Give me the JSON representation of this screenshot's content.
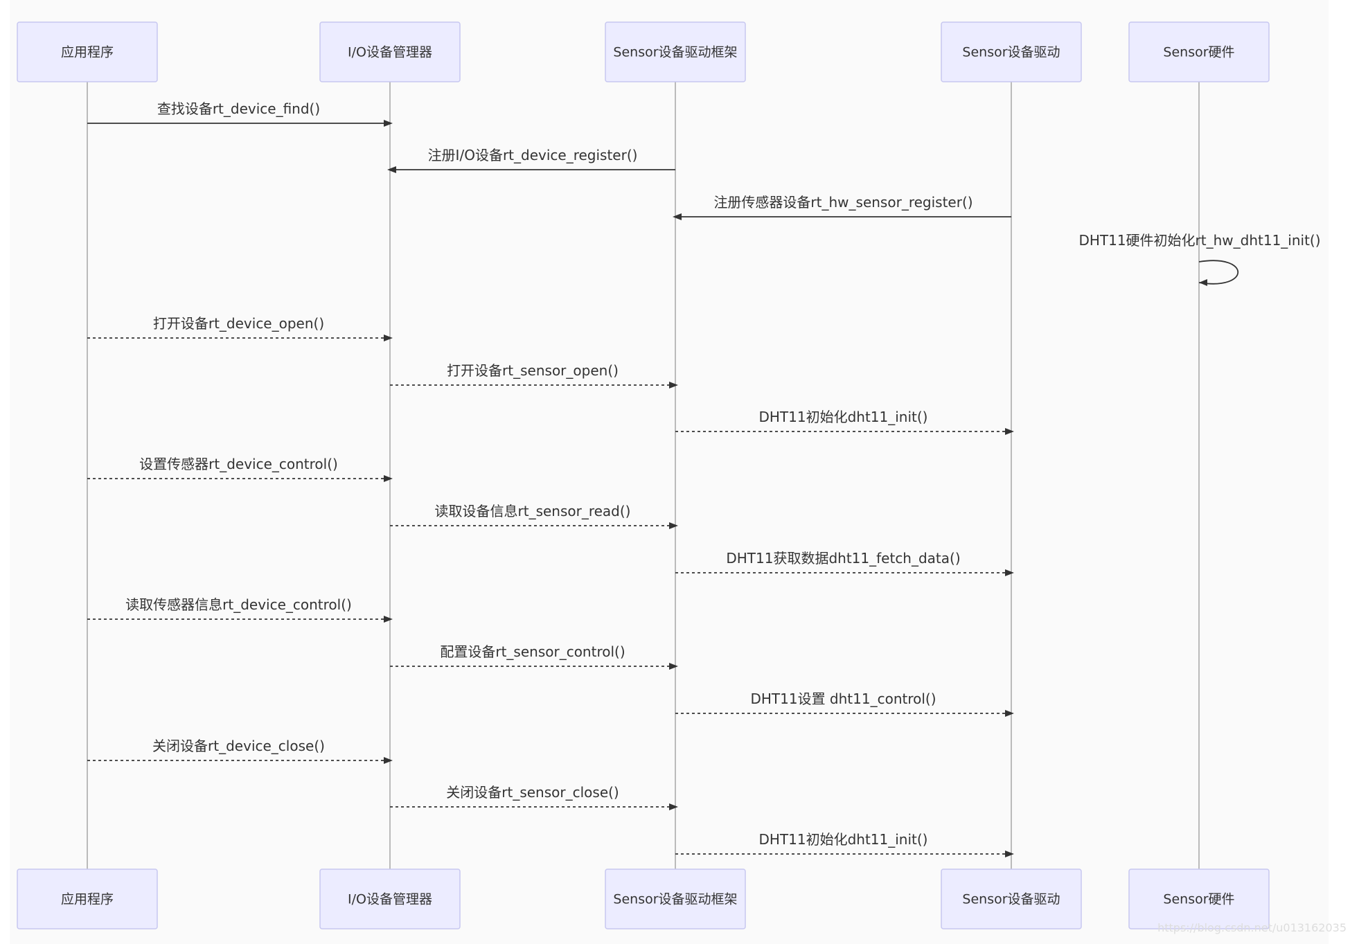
{
  "participants": [
    {
      "id": "app",
      "label": "应用程序"
    },
    {
      "id": "io",
      "label": "I/O设备管理器"
    },
    {
      "id": "fw",
      "label": "Sensor设备驱动框架"
    },
    {
      "id": "drv",
      "label": "Sensor设备驱动"
    },
    {
      "id": "hw",
      "label": "Sensor硬件"
    }
  ],
  "messages": [
    {
      "from": "app",
      "to": "io",
      "style": "solid",
      "label": "查找设备rt_device_find()"
    },
    {
      "from": "fw",
      "to": "io",
      "style": "solid",
      "label": "注册I/O设备rt_device_register()"
    },
    {
      "from": "drv",
      "to": "fw",
      "style": "solid",
      "label": "注册传感器设备rt_hw_sensor_register()"
    },
    {
      "from": "hw",
      "to": "hw",
      "style": "solid",
      "label": "DHT11硬件初始化rt_hw_dht11_init()"
    },
    {
      "from": "app",
      "to": "io",
      "style": "dotted",
      "label": "打开设备rt_device_open()"
    },
    {
      "from": "io",
      "to": "fw",
      "style": "dotted",
      "label": "打开设备rt_sensor_open()"
    },
    {
      "from": "fw",
      "to": "drv",
      "style": "dotted",
      "label": "DHT11初始化dht11_init()"
    },
    {
      "from": "app",
      "to": "io",
      "style": "dotted",
      "label": "设置传感器rt_device_control()"
    },
    {
      "from": "io",
      "to": "fw",
      "style": "dotted",
      "label": "读取设备信息rt_sensor_read()"
    },
    {
      "from": "fw",
      "to": "drv",
      "style": "dotted",
      "label": "DHT11获取数据dht11_fetch_data()"
    },
    {
      "from": "app",
      "to": "io",
      "style": "dotted",
      "label": "读取传感器信息rt_device_control()"
    },
    {
      "from": "io",
      "to": "fw",
      "style": "dotted",
      "label": "配置设备rt_sensor_control()"
    },
    {
      "from": "fw",
      "to": "drv",
      "style": "dotted",
      "label": "DHT11设置 dht11_control()"
    },
    {
      "from": "app",
      "to": "io",
      "style": "dotted",
      "label": "关闭设备rt_device_close()"
    },
    {
      "from": "io",
      "to": "fw",
      "style": "dotted",
      "label": "关闭设备rt_sensor_close()"
    },
    {
      "from": "fw",
      "to": "drv",
      "style": "dotted",
      "label": "DHT11初始化dht11_init()"
    }
  ],
  "watermark": "https://blog.csdn.net/u013162035",
  "colors": {
    "actor_fill": "#ececff",
    "actor_border": "#c7c7f0",
    "line": "#333333",
    "lifeline": "#999999",
    "background": "#fafafa"
  }
}
